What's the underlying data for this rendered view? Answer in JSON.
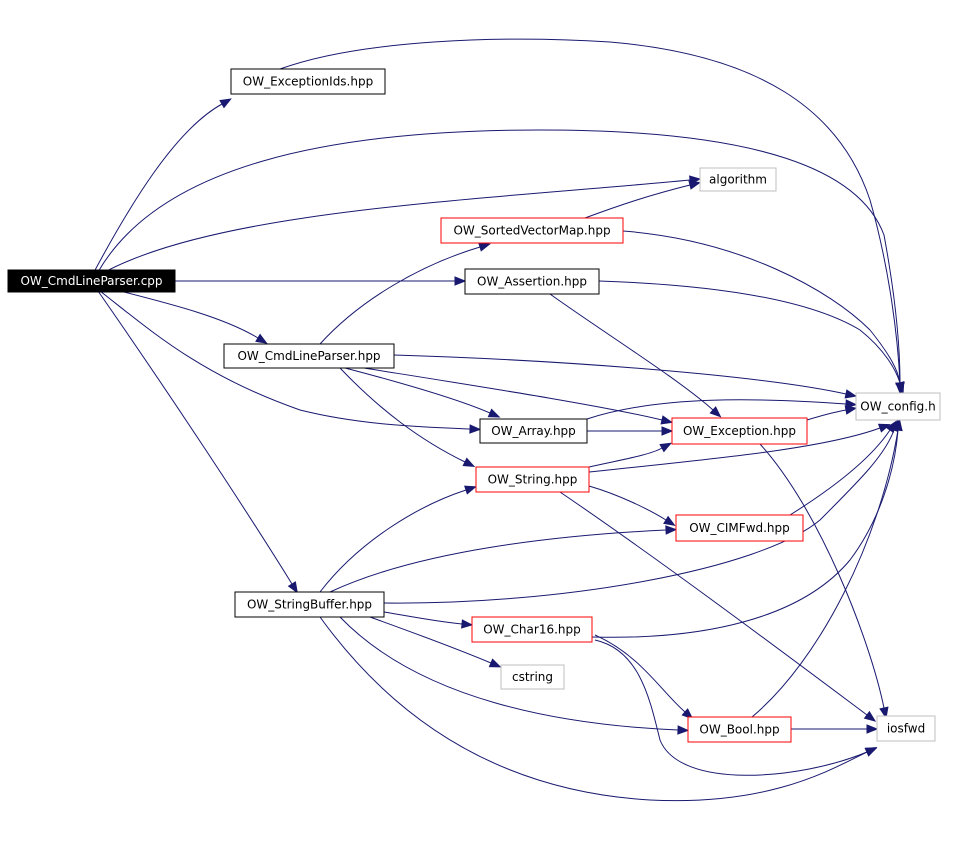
{
  "colors": {
    "edge": "#191970",
    "root_fill": "#000000",
    "root_text": "#ffffff",
    "normal_border": "#000000",
    "truncated_border": "#ff0000",
    "external_border": "#bfbfbf"
  },
  "nodes": {
    "n_root": {
      "label": "OW_CmdLineParser.cpp",
      "kind": "root"
    },
    "n_exceptionids": {
      "label": "OW_ExceptionIds.hpp",
      "kind": "normal"
    },
    "n_algorithm": {
      "label": "algorithm",
      "kind": "external"
    },
    "n_sortedvectormap": {
      "label": "OW_SortedVectorMap.hpp",
      "kind": "truncated"
    },
    "n_assertion": {
      "label": "OW_Assertion.hpp",
      "kind": "normal"
    },
    "n_cmdlineparser": {
      "label": "OW_CmdLineParser.hpp",
      "kind": "normal"
    },
    "n_config": {
      "label": "OW_config.h",
      "kind": "external"
    },
    "n_array": {
      "label": "OW_Array.hpp",
      "kind": "normal"
    },
    "n_exception": {
      "label": "OW_Exception.hpp",
      "kind": "truncated"
    },
    "n_string": {
      "label": "OW_String.hpp",
      "kind": "truncated"
    },
    "n_cimfwd": {
      "label": "OW_CIMFwd.hpp",
      "kind": "truncated"
    },
    "n_stringbuffer": {
      "label": "OW_StringBuffer.hpp",
      "kind": "normal"
    },
    "n_char16": {
      "label": "OW_Char16.hpp",
      "kind": "truncated"
    },
    "n_cstring": {
      "label": "cstring",
      "kind": "external"
    },
    "n_bool": {
      "label": "OW_Bool.hpp",
      "kind": "truncated"
    },
    "n_iosfwd": {
      "label": "iosfwd",
      "kind": "external"
    }
  },
  "edges": [
    [
      "n_root",
      "n_exceptionids"
    ],
    [
      "n_root",
      "n_config"
    ],
    [
      "n_root",
      "n_algorithm"
    ],
    [
      "n_root",
      "n_assertion"
    ],
    [
      "n_root",
      "n_cmdlineparser"
    ],
    [
      "n_root",
      "n_array"
    ],
    [
      "n_root",
      "n_stringbuffer"
    ],
    [
      "n_exceptionids",
      "n_config"
    ],
    [
      "n_sortedvectormap",
      "n_algorithm"
    ],
    [
      "n_sortedvectormap",
      "n_config"
    ],
    [
      "n_assertion",
      "n_config"
    ],
    [
      "n_assertion",
      "n_exception"
    ],
    [
      "n_cmdlineparser",
      "n_sortedvectormap"
    ],
    [
      "n_cmdlineparser",
      "n_config"
    ],
    [
      "n_cmdlineparser",
      "n_array"
    ],
    [
      "n_cmdlineparser",
      "n_exception"
    ],
    [
      "n_cmdlineparser",
      "n_string"
    ],
    [
      "n_array",
      "n_config"
    ],
    [
      "n_array",
      "n_exception"
    ],
    [
      "n_exception",
      "n_config"
    ],
    [
      "n_exception",
      "n_iosfwd"
    ],
    [
      "n_string",
      "n_exception"
    ],
    [
      "n_string",
      "n_config"
    ],
    [
      "n_string",
      "n_cimfwd"
    ],
    [
      "n_string",
      "n_iosfwd"
    ],
    [
      "n_cimfwd",
      "n_config"
    ],
    [
      "n_stringbuffer",
      "n_string"
    ],
    [
      "n_stringbuffer",
      "n_cimfwd"
    ],
    [
      "n_stringbuffer",
      "n_config"
    ],
    [
      "n_stringbuffer",
      "n_char16"
    ],
    [
      "n_stringbuffer",
      "n_cstring"
    ],
    [
      "n_stringbuffer",
      "n_bool"
    ],
    [
      "n_stringbuffer",
      "n_iosfwd"
    ],
    [
      "n_char16",
      "n_config"
    ],
    [
      "n_char16",
      "n_bool"
    ],
    [
      "n_char16",
      "n_iosfwd"
    ],
    [
      "n_bool",
      "n_config"
    ],
    [
      "n_bool",
      "n_iosfwd"
    ]
  ]
}
